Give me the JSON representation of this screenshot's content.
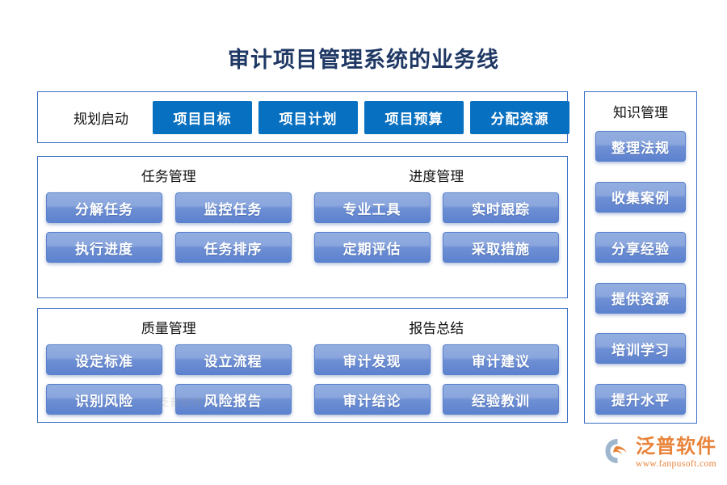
{
  "title": "审计项目管理系统的业务线",
  "planning": {
    "label": "规划启动",
    "buttons": [
      {
        "label": "项目目标"
      },
      {
        "label": "项目计划"
      },
      {
        "label": "项目预算"
      },
      {
        "label": "分配资源"
      }
    ]
  },
  "groups": [
    {
      "panel_id": "panel-mid",
      "columns": [
        {
          "heading": "任务管理",
          "buttons": [
            {
              "label": "分解任务"
            },
            {
              "label": "监控任务"
            },
            {
              "label": "执行进度"
            },
            {
              "label": "任务排序"
            }
          ]
        },
        {
          "heading": "进度管理",
          "buttons": [
            {
              "label": "专业工具"
            },
            {
              "label": "实时跟踪"
            },
            {
              "label": "定期评估"
            },
            {
              "label": "采取措施"
            }
          ]
        }
      ]
    },
    {
      "panel_id": "panel-bottom",
      "columns": [
        {
          "heading": "质量管理",
          "buttons": [
            {
              "label": "设定标准"
            },
            {
              "label": "设立流程"
            },
            {
              "label": "识别风险"
            },
            {
              "label": "风险报告"
            }
          ]
        },
        {
          "heading": "报告总结",
          "buttons": [
            {
              "label": "审计发现"
            },
            {
              "label": "审计建议"
            },
            {
              "label": "审计结论"
            },
            {
              "label": "经验教训"
            }
          ]
        }
      ]
    }
  ],
  "knowledge": {
    "heading": "知识管理",
    "buttons": [
      {
        "label": "整理法规"
      },
      {
        "label": "收集案例"
      },
      {
        "label": "分享经验"
      },
      {
        "label": "提供资源"
      },
      {
        "label": "培训学习"
      },
      {
        "label": "提升水平"
      }
    ]
  },
  "watermark": "泛普软件",
  "logo": {
    "name": "泛普软件",
    "url": "www.fanpusoft.com"
  },
  "colors": {
    "title": "#1f3864",
    "panel_border": "#3a6fc4",
    "solid_button": "#0870c0",
    "gradient_button_top": "#93aee0",
    "gradient_button_bottom": "#5d82ce",
    "logo_orange": "#e8833a"
  }
}
